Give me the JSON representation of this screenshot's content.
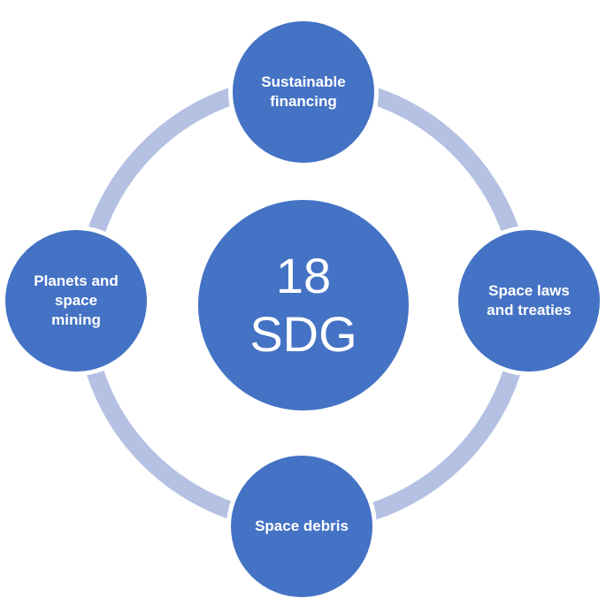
{
  "diagram": {
    "center": {
      "text": "18\nSDG"
    },
    "nodes": {
      "top": "Sustainable\nfinancing",
      "right": "Space laws\nand treaties",
      "bottom": "Space debris",
      "left": "Planets and\nspace\nmining"
    },
    "colors": {
      "node_fill": "#4472c4",
      "ring": "#b4c1e2",
      "node_text": "#ffffff"
    }
  }
}
